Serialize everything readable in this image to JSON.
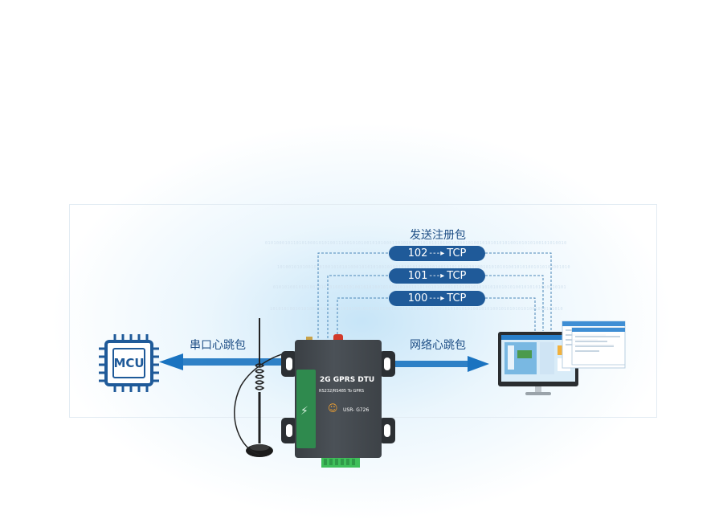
{
  "header": {
    "title": "发送注册包"
  },
  "packets": [
    {
      "label": "102",
      "arrow": "---▸",
      "protocol": "TCP"
    },
    {
      "label": "101",
      "arrow": "---▸",
      "protocol": "TCP"
    },
    {
      "label": "100",
      "arrow": "---▸",
      "protocol": "TCP"
    }
  ],
  "labels": {
    "serial_heartbeat": "串口心跳包",
    "network_heartbeat": "网络心跳包"
  },
  "mcu": {
    "label": "MCU"
  },
  "device": {
    "name": "2G GPRS DTU",
    "subtitle": "RS232/RS485 To GPRS",
    "model": "USR- G726"
  },
  "colors": {
    "accent": "#1f5a99",
    "arrow": "#1a73c0",
    "device_green": "#2f8a4e"
  }
}
